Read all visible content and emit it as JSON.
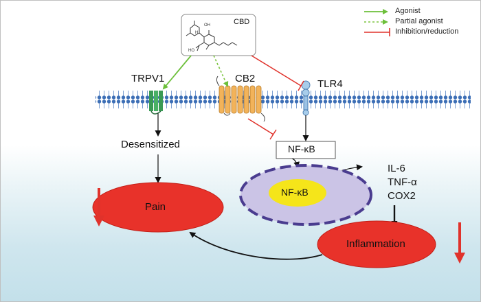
{
  "legend": {
    "agonist": "Agonist",
    "partial_agonist": "Partial agonist",
    "inhibition": "Inhibition/reduction"
  },
  "compound": {
    "name": "CBD",
    "oh_top": "OH",
    "h_mark": "H",
    "ho_bottom": "HO"
  },
  "receptors": {
    "trpv1": "TRPV1",
    "cb2": "CB2",
    "tlr4": "TLR4"
  },
  "nodes": {
    "desensitized": "Desensitized",
    "nfkb_cytoplasm": "NF-κB",
    "nfkb_nucleus": "NF-κB",
    "pain": "Pain",
    "inflammation": "Inflammation"
  },
  "cytokines": [
    "IL-6",
    "TNF-α",
    "COX2"
  ],
  "colors": {
    "agonist": "#6cbf3a",
    "partial_agonist": "#7cc43f",
    "inhibition": "#e0322b",
    "membrane": "#3d6fb6",
    "ellipse_fill": "#e8322a",
    "nucleus_fill": "#cbc4e6",
    "nucleus_border": "#4a3c8f",
    "nfkb_nucleus_fill": "#f5e51a"
  }
}
